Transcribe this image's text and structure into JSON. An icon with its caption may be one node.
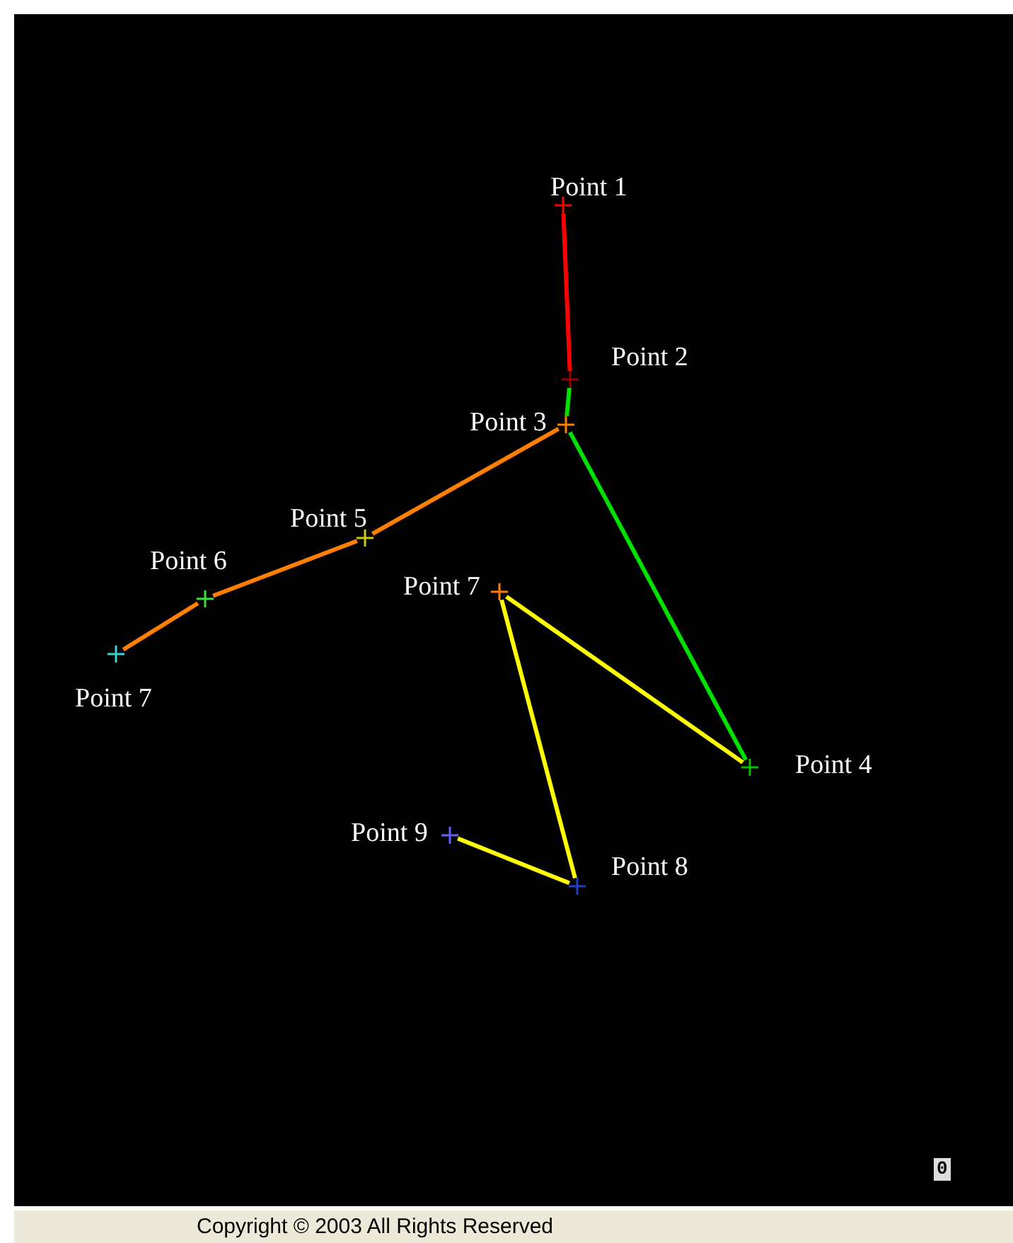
{
  "diagram": {
    "nodes": [
      {
        "text": [
          "Point 1"
        ]
      },
      {
        "text": [
          "Point 2"
        ]
      },
      {
        "text": [
          "Point 3"
        ]
      },
      {
        "text": [
          "Point 4"
        ]
      },
      {
        "text": [
          "Point 5"
        ]
      },
      {
        "text": [
          "Point 6"
        ]
      },
      {
        "text": [
          "Point 7"
        ]
      },
      {
        "text": [
          "Point 7"
        ]
      },
      {
        "text": [
          "Point 8"
        ]
      },
      {
        "text": [
          "Point 9"
        ]
      }
    ],
    "edges": [
      {
        "from": 0,
        "to": 1,
        "arrow": "none",
        "color": "#ff0000"
      },
      {
        "from": 1,
        "to": 2,
        "arrow": "none",
        "color": "#00e000"
      },
      {
        "from": 2,
        "to": 3,
        "arrow": "none",
        "color": "#00e000"
      },
      {
        "from": 2,
        "to": 4,
        "arrow": "none",
        "color": "#ff7f00"
      },
      {
        "from": 4,
        "to": 5,
        "arrow": "none",
        "color": "#ff7f00"
      },
      {
        "from": 5,
        "to": 6,
        "arrow": "none",
        "color": "#ff7f00"
      },
      {
        "from": 7,
        "to": 3,
        "arrow": "none",
        "color": "#ffff00"
      },
      {
        "from": 7,
        "to": 8,
        "arrow": "none",
        "color": "#ffff00"
      },
      {
        "from": 8,
        "to": 9,
        "arrow": "none",
        "color": "#ffff00"
      }
    ],
    "labels": [
      "0",
      "Copyright © 2003 All Rights Reserved"
    ]
  }
}
